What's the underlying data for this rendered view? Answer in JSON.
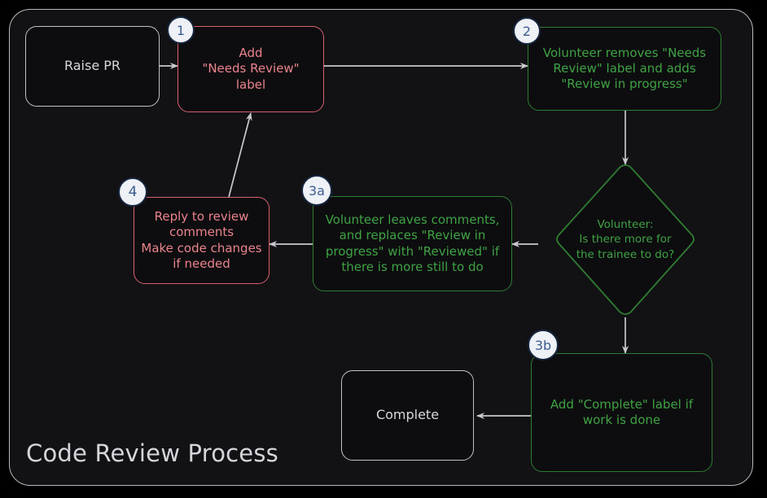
{
  "diagram": {
    "title": "Code Review Process",
    "type": "flowchart",
    "colors": {
      "background": "#000000",
      "frame_background": "#121214",
      "frame_border": "#b9b9bd",
      "plain_border": "#c2c2c6",
      "plain_text": "#d8d8dc",
      "red_border": "#d4616d",
      "red_text": "#e9848d",
      "green_border": "#2f7d33",
      "green_text": "#3fa244",
      "edge": "#c9c9cd",
      "badge_fill": "#eef1f6",
      "badge_border": "#15243f",
      "badge_text": "#3c5d92"
    },
    "nodes": [
      {
        "id": "raise-pr",
        "label": "Raise PR",
        "style": "plain",
        "shape": "rounded-rect"
      },
      {
        "id": "add-needs-review",
        "label": "Add\n\"Needs Review\"\nlabel",
        "style": "red",
        "shape": "rounded-rect",
        "badge": "1"
      },
      {
        "id": "volunteer-removes",
        "label": "Volunteer removes \"Needs\nReview\" label and adds\n\"Review in progress\"",
        "style": "green",
        "shape": "rounded-rect",
        "badge": "2"
      },
      {
        "id": "decision-more-work",
        "label": "Volunteer:\nIs there more for\nthe trainee to do?",
        "style": "green",
        "shape": "diamond"
      },
      {
        "id": "volunteer-leaves-comments",
        "label": "Volunteer leaves comments,\nand replaces \"Review in\nprogress\" with \"Reviewed\" if\nthere is more still to do",
        "style": "green",
        "shape": "rounded-rect",
        "badge": "3a"
      },
      {
        "id": "reply-to-review",
        "label": "Reply to review\ncomments\nMake code changes\nif needed",
        "style": "red",
        "shape": "rounded-rect",
        "badge": "4"
      },
      {
        "id": "add-complete-label",
        "label": "Add \"Complete\" label if\nwork is done",
        "style": "green",
        "shape": "rounded-rect",
        "badge": "3b"
      },
      {
        "id": "complete",
        "label": "Complete",
        "style": "plain",
        "shape": "rounded-rect"
      }
    ],
    "badges": [
      {
        "id": "badge-1",
        "text": "1"
      },
      {
        "id": "badge-2",
        "text": "2"
      },
      {
        "id": "badge-3a",
        "text": "3a"
      },
      {
        "id": "badge-3b",
        "text": "3b"
      },
      {
        "id": "badge-4",
        "text": "4"
      }
    ],
    "edges": [
      {
        "from": "raise-pr",
        "to": "add-needs-review",
        "label": ""
      },
      {
        "from": "add-needs-review",
        "to": "volunteer-removes",
        "label": ""
      },
      {
        "from": "volunteer-removes",
        "to": "decision-more-work",
        "label": ""
      },
      {
        "from": "decision-more-work",
        "to": "volunteer-leaves-comments",
        "label": ""
      },
      {
        "from": "decision-more-work",
        "to": "add-complete-label",
        "label": ""
      },
      {
        "from": "volunteer-leaves-comments",
        "to": "reply-to-review",
        "label": ""
      },
      {
        "from": "reply-to-review",
        "to": "add-needs-review",
        "label": ""
      },
      {
        "from": "add-complete-label",
        "to": "complete",
        "label": ""
      }
    ]
  }
}
